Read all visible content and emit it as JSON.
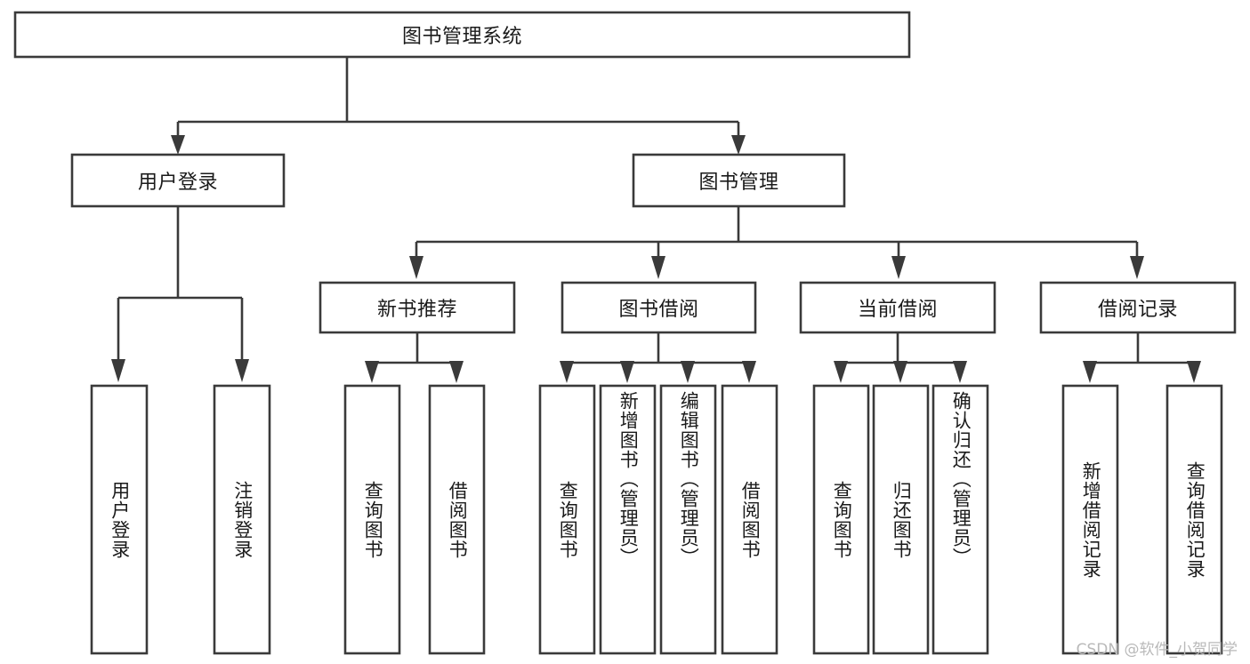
{
  "diagram": {
    "title": "图书管理系统",
    "type": "hierarchy-tree",
    "watermark": "CSDN @软件_小贺同学",
    "colors": {
      "stroke": "#3a3a3a",
      "box_fill": "#ffffff",
      "text": "#1a1a1a",
      "background": "#ffffff",
      "watermark_text": "#b9b9b9"
    },
    "levels": {
      "root": {
        "label": "图书管理系统"
      },
      "level2": [
        {
          "label": "用户登录"
        },
        {
          "label": "图书管理"
        }
      ],
      "level3": [
        {
          "label": "新书推荐"
        },
        {
          "label": "图书借阅"
        },
        {
          "label": "当前借阅"
        },
        {
          "label": "借阅记录"
        }
      ],
      "leaves_user_login": [
        {
          "label": "用户登录"
        },
        {
          "label": "注销登录"
        }
      ],
      "leaves_new_book": [
        {
          "label": "查询图书"
        },
        {
          "label": "借阅图书"
        }
      ],
      "leaves_book_borrow": [
        {
          "label": "查询图书"
        },
        {
          "label": "新增图书（管理员）"
        },
        {
          "label": "编辑图书（管理员）"
        },
        {
          "label": "借阅图书"
        }
      ],
      "leaves_current_borrow": [
        {
          "label": "查询图书"
        },
        {
          "label": "归还图书"
        },
        {
          "label": "确认归还（管理员）"
        }
      ],
      "leaves_borrow_record": [
        {
          "label": "新增借阅记录"
        },
        {
          "label": "查询借阅记录"
        }
      ]
    }
  }
}
